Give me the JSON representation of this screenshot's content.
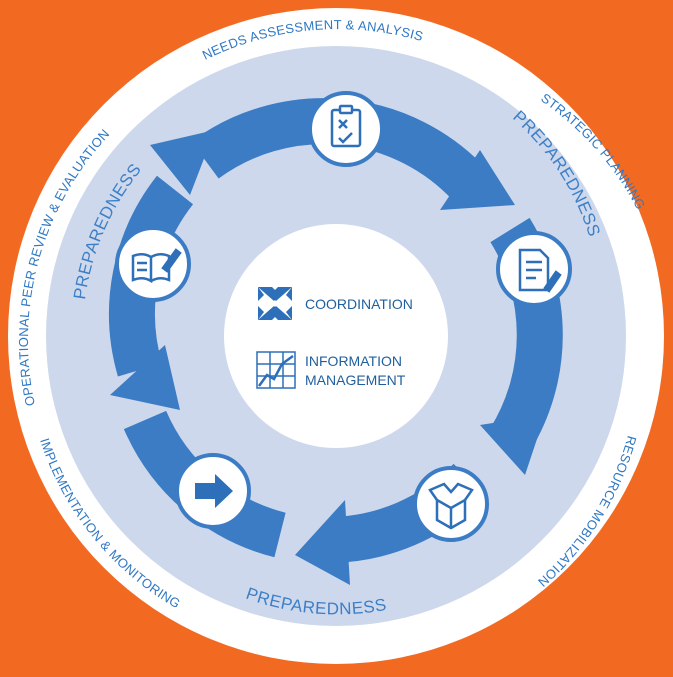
{
  "colors": {
    "background": "#f26a21",
    "outer_disc": "#ffffff",
    "inner_disc": "#cdd8ec",
    "cycle": "#3b7cc4",
    "icon_stroke": "#2d6fb8",
    "text": "#2f78c4"
  },
  "ring_labels": {
    "needs": "NEEDS ASSESSMENT & ANALYSIS",
    "strategic": "STRATEGIC PLANNING",
    "resource": "RESOURCE MOBILIZATION",
    "implementation": "IMPLEMENTATION & MONITORING",
    "review": "OPERATIONAL PEER REVIEW & EVALUATION"
  },
  "preparedness_labels": {
    "left": "PREPAREDNESS",
    "right": "PREPAREDNESS",
    "bottom": "PREPAREDNESS"
  },
  "center": {
    "coordination": "COORDINATION",
    "information_line1": "INFORMATION",
    "information_line2": "MANAGEMENT"
  },
  "stage_icons": [
    "clipboard-checklist-icon",
    "document-pen-icon",
    "open-box-icon",
    "right-arrow-icon",
    "open-book-pen-icon"
  ],
  "center_icons": [
    "inward-arrows-icon",
    "line-chart-icon"
  ]
}
